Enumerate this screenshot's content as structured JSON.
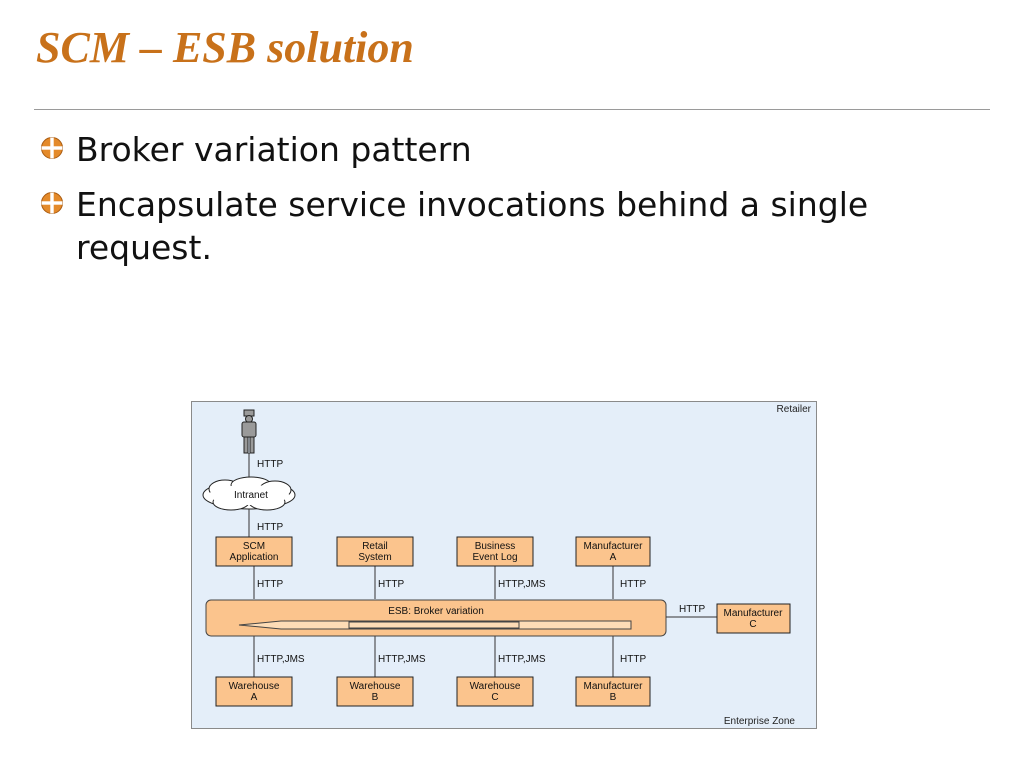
{
  "slide": {
    "title": "SCM – ESB solution",
    "bullets": [
      "Broker variation pattern",
      "Encapsulate service invocations behind a single request."
    ]
  },
  "diagram": {
    "zone_top": "Retailer",
    "zone_bottom": "Enterprise Zone",
    "cloud": "Intranet",
    "user_link": "HTTP",
    "cloud_link": "HTTP",
    "bus": "ESB: Broker variation",
    "top_nodes": [
      {
        "line1": "SCM",
        "line2": "Application",
        "link": "HTTP"
      },
      {
        "line1": "Retail",
        "line2": "System",
        "link": "HTTP"
      },
      {
        "line1": "Business",
        "line2": "Event Log",
        "link": "HTTP,JMS"
      },
      {
        "line1": "Manufacturer",
        "line2": "A",
        "link": "HTTP"
      }
    ],
    "bottom_nodes": [
      {
        "line1": "Warehouse",
        "line2": "A",
        "link": "HTTP,JMS"
      },
      {
        "line1": "Warehouse",
        "line2": "B",
        "link": "HTTP,JMS"
      },
      {
        "line1": "Warehouse",
        "line2": "C",
        "link": "HTTP,JMS"
      },
      {
        "line1": "Manufacturer",
        "line2": "B",
        "link": "HTTP"
      }
    ],
    "side_node": {
      "line1": "Manufacturer",
      "line2": "C",
      "link": "HTTP"
    },
    "colors": {
      "node_fill": "#fbc48d",
      "zone_fill": "#e4eef9",
      "title": "#c8711a"
    }
  }
}
